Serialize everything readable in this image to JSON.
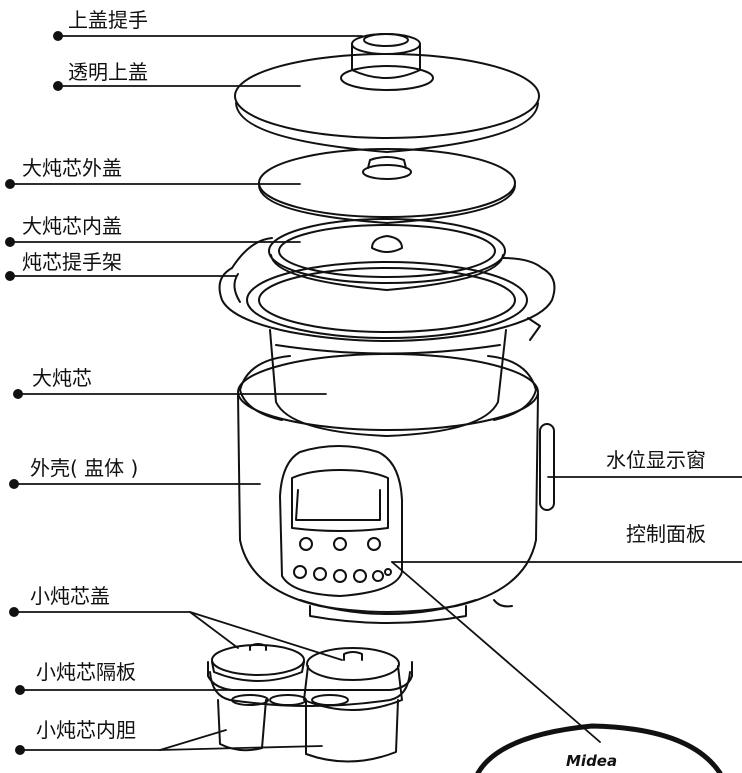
{
  "labels": {
    "lid_handle": "上盖提手",
    "transparent_lid": "透明上盖",
    "large_pot_outer_lid": "大炖芯外盖",
    "large_pot_inner_lid": "大炖芯内盖",
    "pot_handle_frame": "炖芯提手架",
    "large_pot": "大炖芯",
    "housing": "外壳( 盅体 )",
    "water_level_window": "水位显示窗",
    "control_panel": "控制面板",
    "small_pot_lid": "小炖芯盖",
    "small_pot_divider": "小炖芯隔板",
    "small_pot_liner": "小炖芯内胆"
  },
  "brand": "Midea"
}
